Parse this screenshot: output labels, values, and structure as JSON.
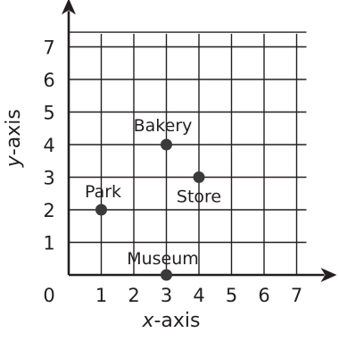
{
  "chart_data": {
    "type": "scatter",
    "title": "",
    "xlabel": "x-axis",
    "ylabel": "y-axis",
    "xlabel_var": "x",
    "xlabel_rest": "-axis",
    "ylabel_var": "y",
    "ylabel_rest": "-axis",
    "xlim": [
      0,
      7.5
    ],
    "ylim": [
      0,
      8
    ],
    "grid": true,
    "origin_label": "0",
    "x_ticks": [
      1,
      2,
      3,
      4,
      5,
      6,
      7
    ],
    "y_ticks": [
      1,
      2,
      3,
      4,
      5,
      6,
      7
    ],
    "points": [
      {
        "label": "Park",
        "x": 1,
        "y": 2
      },
      {
        "label": "Bakery",
        "x": 3,
        "y": 4
      },
      {
        "label": "Store",
        "x": 4,
        "y": 3
      },
      {
        "label": "Museum",
        "x": 3,
        "y": 0
      }
    ],
    "colors": {
      "ink": "#231f20",
      "point": "#3a3a3a"
    }
  }
}
